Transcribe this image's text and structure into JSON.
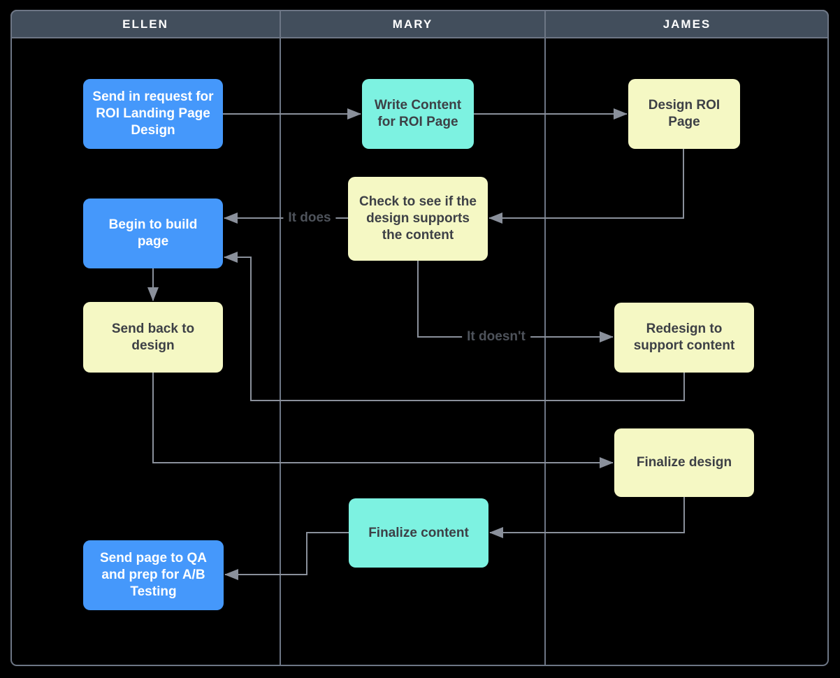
{
  "lanes": [
    {
      "label": "ELLEN"
    },
    {
      "label": "MARY"
    },
    {
      "label": "JAMES"
    }
  ],
  "nodes": [
    {
      "id": "send-request",
      "lane": "ELLEN",
      "type": "blue",
      "label": "Send in request for ROI Landing Page Design"
    },
    {
      "id": "write-content",
      "lane": "MARY",
      "type": "teal",
      "label": "Write Content for ROI Page"
    },
    {
      "id": "design-roi-page",
      "lane": "JAMES",
      "type": "yellow",
      "label": "Design ROI Page"
    },
    {
      "id": "check-design-supports-content",
      "lane": "MARY",
      "type": "yellow",
      "label": "Check to see if the design supports the content"
    },
    {
      "id": "begin-to-build-page",
      "lane": "ELLEN",
      "type": "blue",
      "label": "Begin to build page"
    },
    {
      "id": "send-back-to-design",
      "lane": "ELLEN",
      "type": "yellow",
      "label": "Send back to design"
    },
    {
      "id": "redesign-to-support-content",
      "lane": "JAMES",
      "type": "yellow",
      "label": "Redesign to support content"
    },
    {
      "id": "finalize-design",
      "lane": "JAMES",
      "type": "yellow",
      "label": "Finalize design"
    },
    {
      "id": "finalize-content",
      "lane": "MARY",
      "type": "teal",
      "label": "Finalize content"
    },
    {
      "id": "send-page-to-qa",
      "lane": "ELLEN",
      "type": "blue",
      "label": "Send page to QA and prep for A/B Testing"
    }
  ],
  "edges": [
    {
      "from": "send-request",
      "to": "write-content",
      "label": ""
    },
    {
      "from": "write-content",
      "to": "design-roi-page",
      "label": ""
    },
    {
      "from": "design-roi-page",
      "to": "check-design-supports-content",
      "label": ""
    },
    {
      "from": "check-design-supports-content",
      "to": "begin-to-build-page",
      "label": "It does"
    },
    {
      "from": "begin-to-build-page",
      "to": "send-back-to-design",
      "label": ""
    },
    {
      "from": "check-design-supports-content",
      "to": "redesign-to-support-content",
      "label": "It doesn't"
    },
    {
      "from": "redesign-to-support-content",
      "to": "begin-to-build-page",
      "label": ""
    },
    {
      "from": "send-back-to-design",
      "to": "finalize-design",
      "label": ""
    },
    {
      "from": "finalize-design",
      "to": "finalize-content",
      "label": ""
    },
    {
      "from": "finalize-content",
      "to": "send-page-to-qa",
      "label": ""
    }
  ],
  "edge_labels": {
    "yes": "It does",
    "no": "It doesn't"
  },
  "colors": {
    "blue": "#4598FB",
    "teal": "#7DF2E1",
    "yellow": "#F5F8C4",
    "header_bg": "#424E5C",
    "lane_border": "#6D7685",
    "connector": "#8A909B",
    "label_text": "#4E535B",
    "node_text_dark": "#3D4046",
    "node_text_light": "#FFFFFF",
    "background": "#000000"
  }
}
